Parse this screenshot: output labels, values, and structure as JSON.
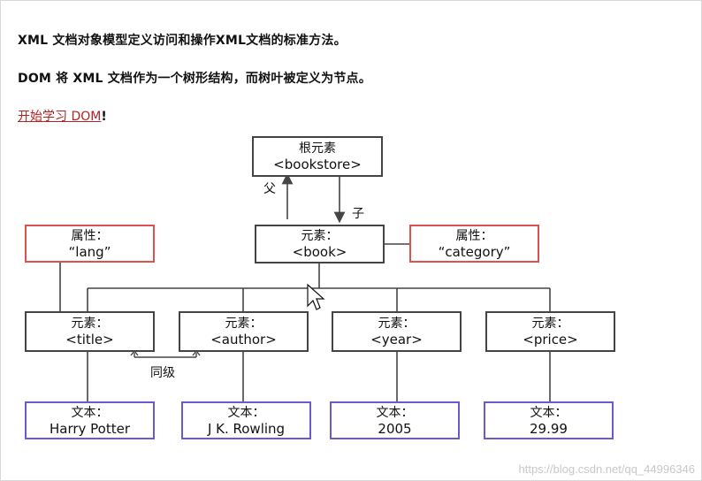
{
  "intro": {
    "line1": "XML 文档对象模型定义访问和操作XML文档的标准方法。",
    "line2": "DOM 将 XML 文档作为一个树形结构，而树叶被定义为节点。",
    "link_text": "开始学习 DOM",
    "link_suffix": "!"
  },
  "diagram": {
    "root": {
      "title": "根元素",
      "tag": "<bookstore>"
    },
    "parent_label": "父",
    "child_label": "子",
    "book": {
      "title": "元素：",
      "tag": "<book>"
    },
    "attr_lang": {
      "title": "属性：",
      "value": "“lang”"
    },
    "attr_category": {
      "title": "属性：",
      "value": "“category”"
    },
    "sibling_label": "同级",
    "elements": [
      {
        "title": "元素：",
        "tag": "<title>"
      },
      {
        "title": "元素：",
        "tag": "<author>"
      },
      {
        "title": "元素：",
        "tag": "<year>"
      },
      {
        "title": "元素：",
        "tag": "<price>"
      }
    ],
    "texts": [
      {
        "title": "文本：",
        "value": "Harry Potter"
      },
      {
        "title": "文本：",
        "value": "J K. Rowling"
      },
      {
        "title": "文本：",
        "value": "2005"
      },
      {
        "title": "文本：",
        "value": "29.99"
      }
    ]
  },
  "watermark": "https://blog.csdn.net/qq_44996346",
  "colors": {
    "attribute_border": "#d9534f",
    "text_border": "#6a5acd",
    "element_border": "#444444",
    "link": "#b22222"
  }
}
